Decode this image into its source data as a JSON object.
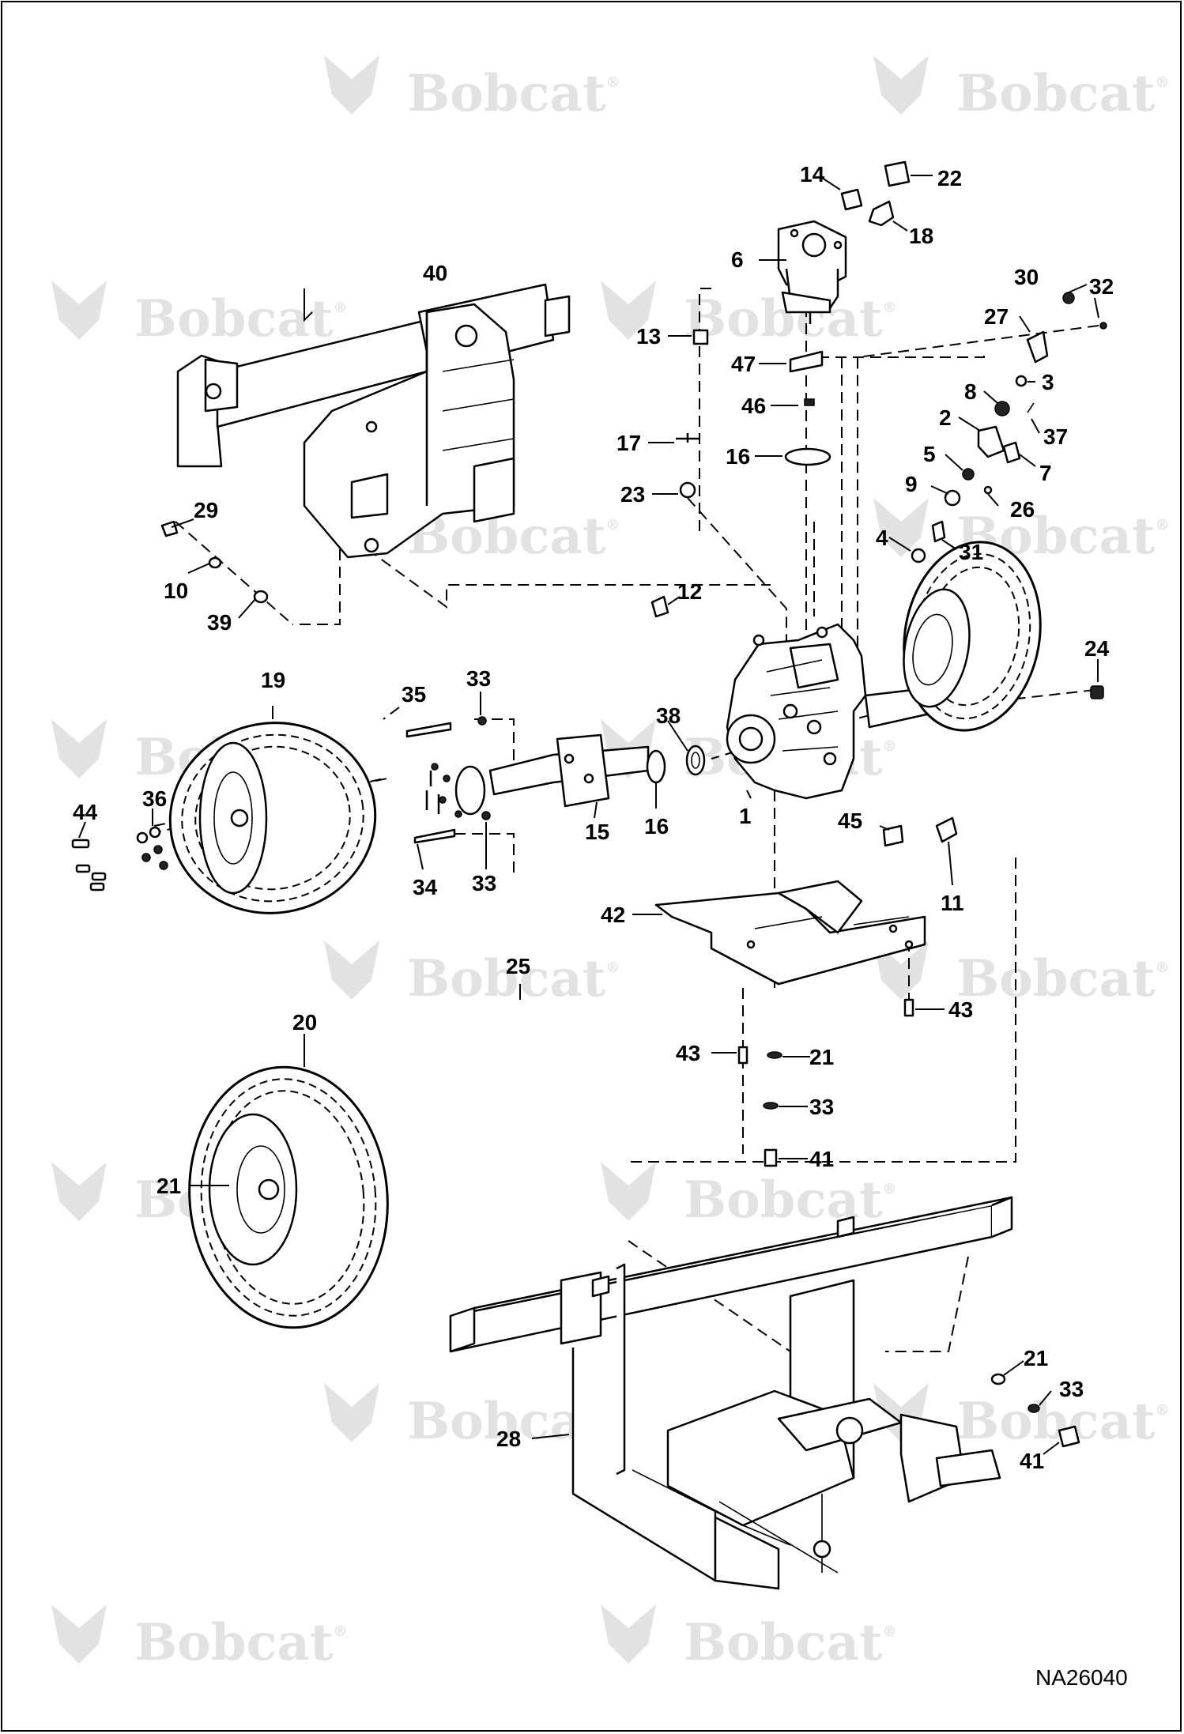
{
  "watermark": {
    "text": "Bobcat",
    "registered": "®"
  },
  "figure_code": "NA26040",
  "callouts": {
    "c1": "1",
    "c2": "2",
    "c3": "3",
    "c4": "4",
    "c5": "5",
    "c6": "6",
    "c7": "7",
    "c8": "8",
    "c9": "9",
    "c10": "10",
    "c11": "11",
    "c12": "12",
    "c13": "13",
    "c14": "14",
    "c15": "15",
    "c16a": "16",
    "c16b": "16",
    "c17": "17",
    "c18": "18",
    "c19": "19",
    "c20": "20",
    "c21a": "21",
    "c21b": "21",
    "c21c": "21",
    "c22": "22",
    "c23": "23",
    "c24": "24",
    "c25": "25",
    "c26": "26",
    "c27": "27",
    "c28": "28",
    "c29": "29",
    "c30": "30",
    "c31": "31",
    "c32": "32",
    "c33a": "33",
    "c33b": "33",
    "c33c": "33",
    "c33d": "33",
    "c34": "34",
    "c35": "35",
    "c36": "36",
    "c37": "37",
    "c38": "38",
    "c39": "39",
    "c40": "40",
    "c41a": "41",
    "c41b": "41",
    "c42": "42",
    "c43a": "43",
    "c43b": "43",
    "c44": "44",
    "c45": "45",
    "c46": "46",
    "c47": "47"
  }
}
